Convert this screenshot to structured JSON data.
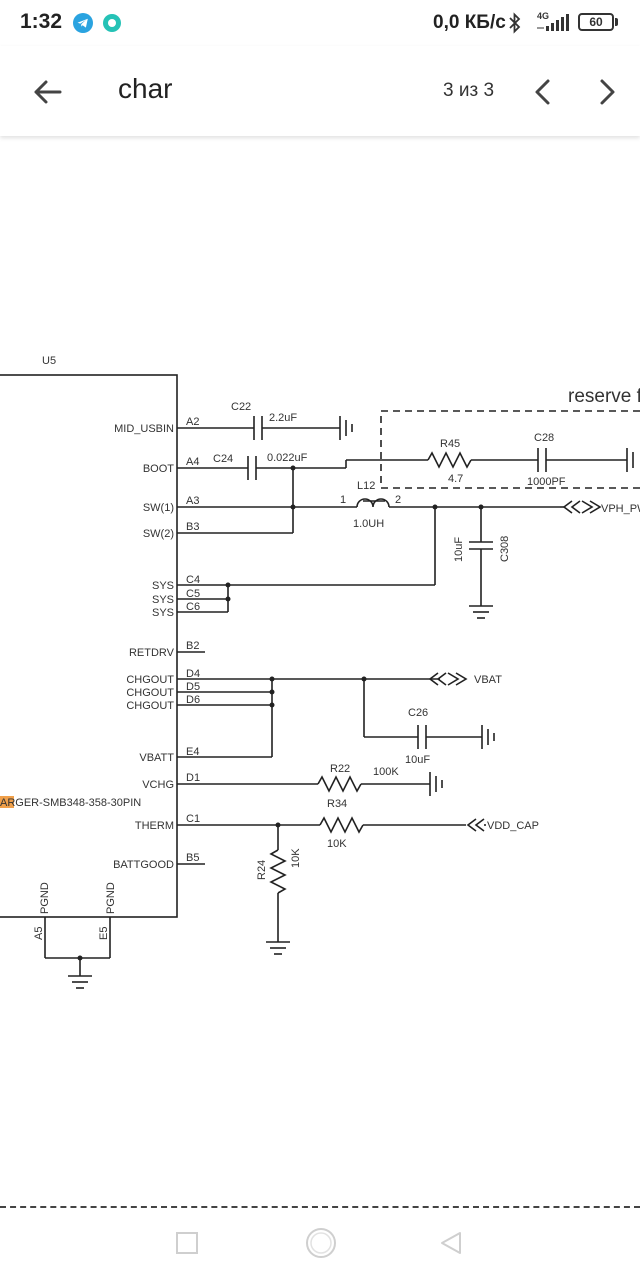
{
  "status_bar": {
    "time": "1:32",
    "network_speed": "0,0 КБ/с",
    "network_type": "4G",
    "battery": "60",
    "icons": [
      "telegram-icon",
      "app-notification-icon",
      "bluetooth-icon",
      "signal-icon",
      "battery-icon"
    ]
  },
  "search_bar": {
    "query": "char",
    "match_counter": "3 из 3",
    "icons": [
      "back-arrow-icon",
      "chevron-left-icon",
      "chevron-right-icon"
    ]
  },
  "schematic": {
    "chip_ref": "U5",
    "part_number": "ARGER-SMB348-358-30PIN",
    "reserve_label": "reserve f",
    "pins": [
      {
        "name": "MID_USBIN",
        "num": "A2"
      },
      {
        "name": "BOOT",
        "num": "A4"
      },
      {
        "name": "SW(1)",
        "num": "A3"
      },
      {
        "name": "SW(2)",
        "num": "B3"
      },
      {
        "name": "SYS",
        "num": "C4"
      },
      {
        "name": "SYS",
        "num": "C5"
      },
      {
        "name": "SYS",
        "num": "C6"
      },
      {
        "name": "RETDRV",
        "num": "B2"
      },
      {
        "name": "CHGOUT",
        "num": "D4"
      },
      {
        "name": "CHGOUT",
        "num": "D5"
      },
      {
        "name": "CHGOUT",
        "num": "D6"
      },
      {
        "name": "VBATT",
        "num": "E4"
      },
      {
        "name": "VCHG",
        "num": "D1"
      },
      {
        "name": "THERM",
        "num": "C1"
      },
      {
        "name": "BATTGOOD",
        "num": "B5"
      }
    ],
    "bottom_pins": [
      {
        "name": "PGND",
        "num": "A5"
      },
      {
        "name": "PGND",
        "num": "E5"
      }
    ],
    "components": {
      "c22": {
        "ref": "C22",
        "value": "2.2uF"
      },
      "c24": {
        "ref": "C24",
        "value": "0.022uF"
      },
      "r45": {
        "ref": "R45",
        "value": "4.7"
      },
      "c28": {
        "ref": "C28",
        "value": "1000PF"
      },
      "l12": {
        "ref": "L12",
        "value": "1.0UH",
        "pin1": "1",
        "pin2": "2"
      },
      "c308": {
        "ref": "C308",
        "value": "10uF"
      },
      "c26": {
        "ref": "C26",
        "value": "10uF"
      },
      "r22": {
        "ref": "R22",
        "value": "100K"
      },
      "r34": {
        "ref": "R34",
        "value": "10K"
      },
      "r24": {
        "ref": "R24",
        "value": "10K"
      }
    },
    "nets": {
      "vph": "VPH_PW",
      "vbat": "VBAT",
      "vdd_cap": "VDD_CAP"
    }
  },
  "nav_bar": {
    "icons": [
      "recent-apps-icon",
      "home-icon",
      "back-icon"
    ]
  }
}
